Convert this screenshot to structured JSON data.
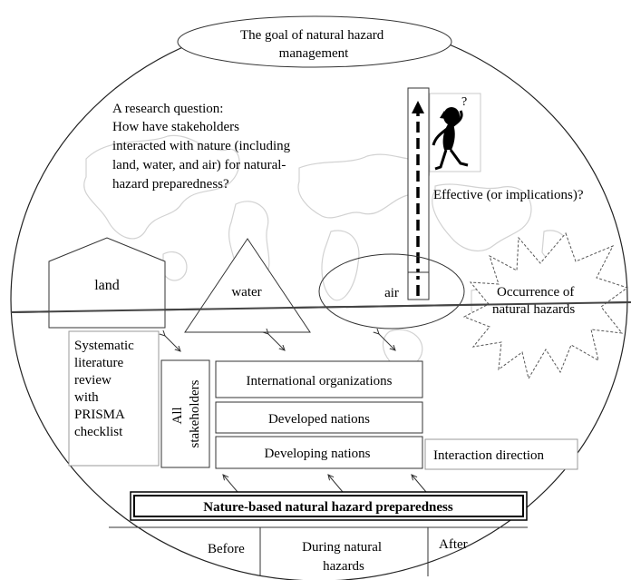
{
  "goal": {
    "line1": "The goal of natural hazard",
    "line2": "management"
  },
  "research_question": {
    "lines": [
      "A research question:",
      "How have stakeholders",
      "interacted with nature (including",
      "land, water, and air) for natural-",
      "hazard preparedness?"
    ]
  },
  "effective_label": "Effective (or implications)?",
  "question_mark": "?",
  "elements": {
    "land": "land",
    "water": "water",
    "air": "air"
  },
  "hazard": {
    "line1": "Occurrence of",
    "line2": "natural hazards"
  },
  "review": {
    "lines": [
      "Systematic",
      "literature",
      "review",
      "with",
      "PRISMA",
      "checklist"
    ]
  },
  "stakeholders": {
    "line1": "All",
    "line2": "stakeholders"
  },
  "groups": {
    "international": "International organizations",
    "developed": "Developed nations",
    "developing": "Developing nations"
  },
  "interaction_direction": "Interaction direction",
  "nbs_title": "Nature-based natural hazard preparedness",
  "phases": {
    "before": "Before",
    "during_line1": "During natural",
    "during_line2": "hazards",
    "after": "After"
  }
}
